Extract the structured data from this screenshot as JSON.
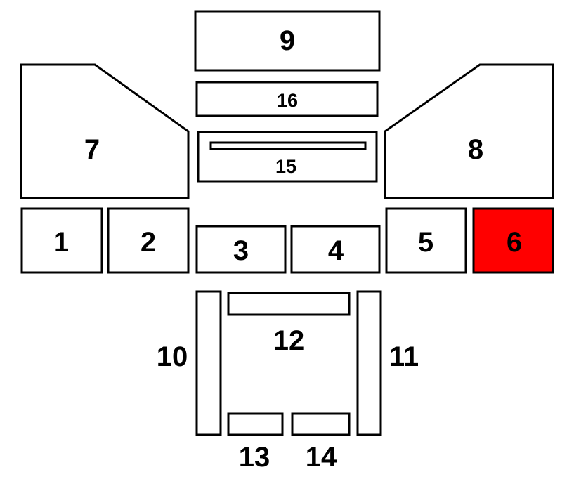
{
  "diagram": {
    "highlight_color": "#ff0000",
    "parts": [
      {
        "id": "1",
        "label": "1"
      },
      {
        "id": "2",
        "label": "2"
      },
      {
        "id": "3",
        "label": "3"
      },
      {
        "id": "4",
        "label": "4"
      },
      {
        "id": "5",
        "label": "5"
      },
      {
        "id": "6",
        "label": "6",
        "highlighted": true
      },
      {
        "id": "7",
        "label": "7"
      },
      {
        "id": "8",
        "label": "8"
      },
      {
        "id": "9",
        "label": "9"
      },
      {
        "id": "10",
        "label": "10"
      },
      {
        "id": "11",
        "label": "11"
      },
      {
        "id": "12",
        "label": "12"
      },
      {
        "id": "13",
        "label": "13"
      },
      {
        "id": "14",
        "label": "14"
      },
      {
        "id": "15",
        "label": "15"
      },
      {
        "id": "16",
        "label": "16"
      }
    ]
  }
}
